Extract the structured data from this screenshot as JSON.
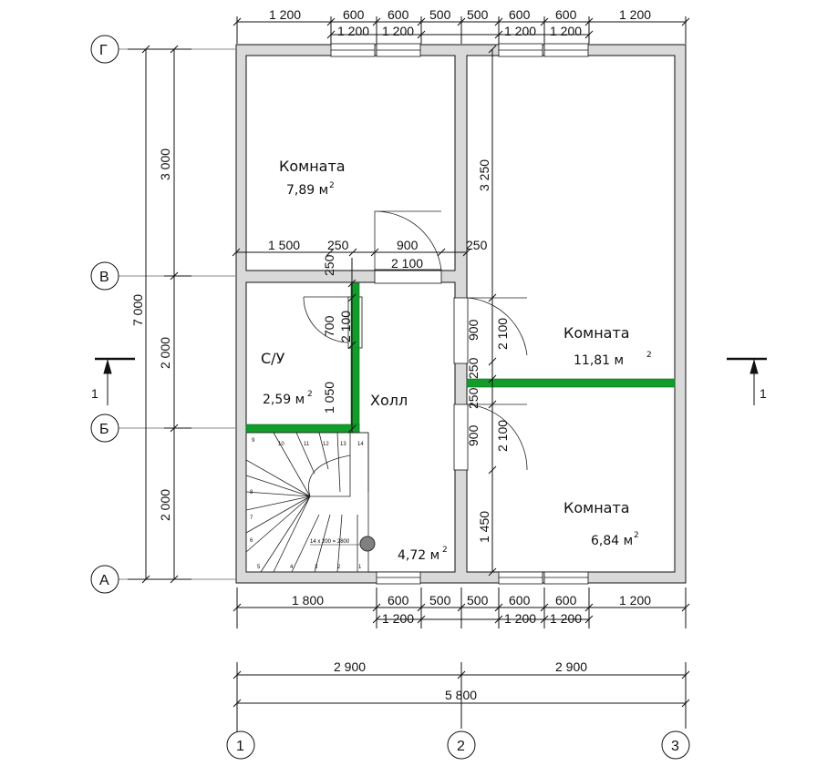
{
  "rooms": {
    "room_top_left": {
      "name": "Комната",
      "area": "7,89 м",
      "sup": "2"
    },
    "room_right_top": {
      "name": "Комната",
      "area": "11,81 м",
      "sup": "2"
    },
    "room_right_bottom": {
      "name": "Комната",
      "area": "6,84 м",
      "sup": "2"
    },
    "bathroom": {
      "name": "С/У",
      "area": "2,59 м",
      "sup": "2"
    },
    "hall": {
      "name": "Холл",
      "area": "4,72 м",
      "sup": "2"
    }
  },
  "axes": {
    "rows": [
      "Г",
      "В",
      "Б",
      "А"
    ],
    "cols": [
      "1",
      "2",
      "3"
    ]
  },
  "section": {
    "left": "1",
    "right": "1"
  },
  "dims": {
    "top_row1": [
      "1 200",
      "600",
      "600",
      "500",
      "500",
      "600",
      "600",
      "1 200"
    ],
    "top_row2": [
      "1 200",
      "1 200",
      "1 200",
      "1 200"
    ],
    "bottom_row1": [
      "1 800",
      "600",
      "500",
      "500",
      "600",
      "600",
      "1 200"
    ],
    "bottom_row2": [
      "1 200",
      "1 200",
      "1 200"
    ],
    "bottom_half": [
      "2 900",
      "2 900"
    ],
    "bottom_total": "5 800",
    "left_total": "7 000",
    "left_parts": [
      "3 000",
      "2 000",
      "2 000"
    ],
    "inner_horizontal": [
      "1 500",
      "250",
      "900",
      "250",
      "2 100"
    ],
    "inner_vertical_bath": [
      "250",
      "700",
      "2 100",
      "1 050"
    ],
    "inner_vertical_hall": [
      "3 250",
      "900",
      "2 100",
      "250",
      "250",
      "900",
      "2 100",
      "1 450"
    ]
  },
  "stairs": {
    "steps": [
      "1",
      "2",
      "3",
      "4",
      "5",
      "6",
      "7",
      "8",
      "9",
      "10",
      "11",
      "12",
      "13",
      "14"
    ],
    "note": "14 x 200 = 2800"
  },
  "colors": {
    "wall": "#d9d9d9",
    "partition": "#129c2a",
    "line": "#111111"
  }
}
